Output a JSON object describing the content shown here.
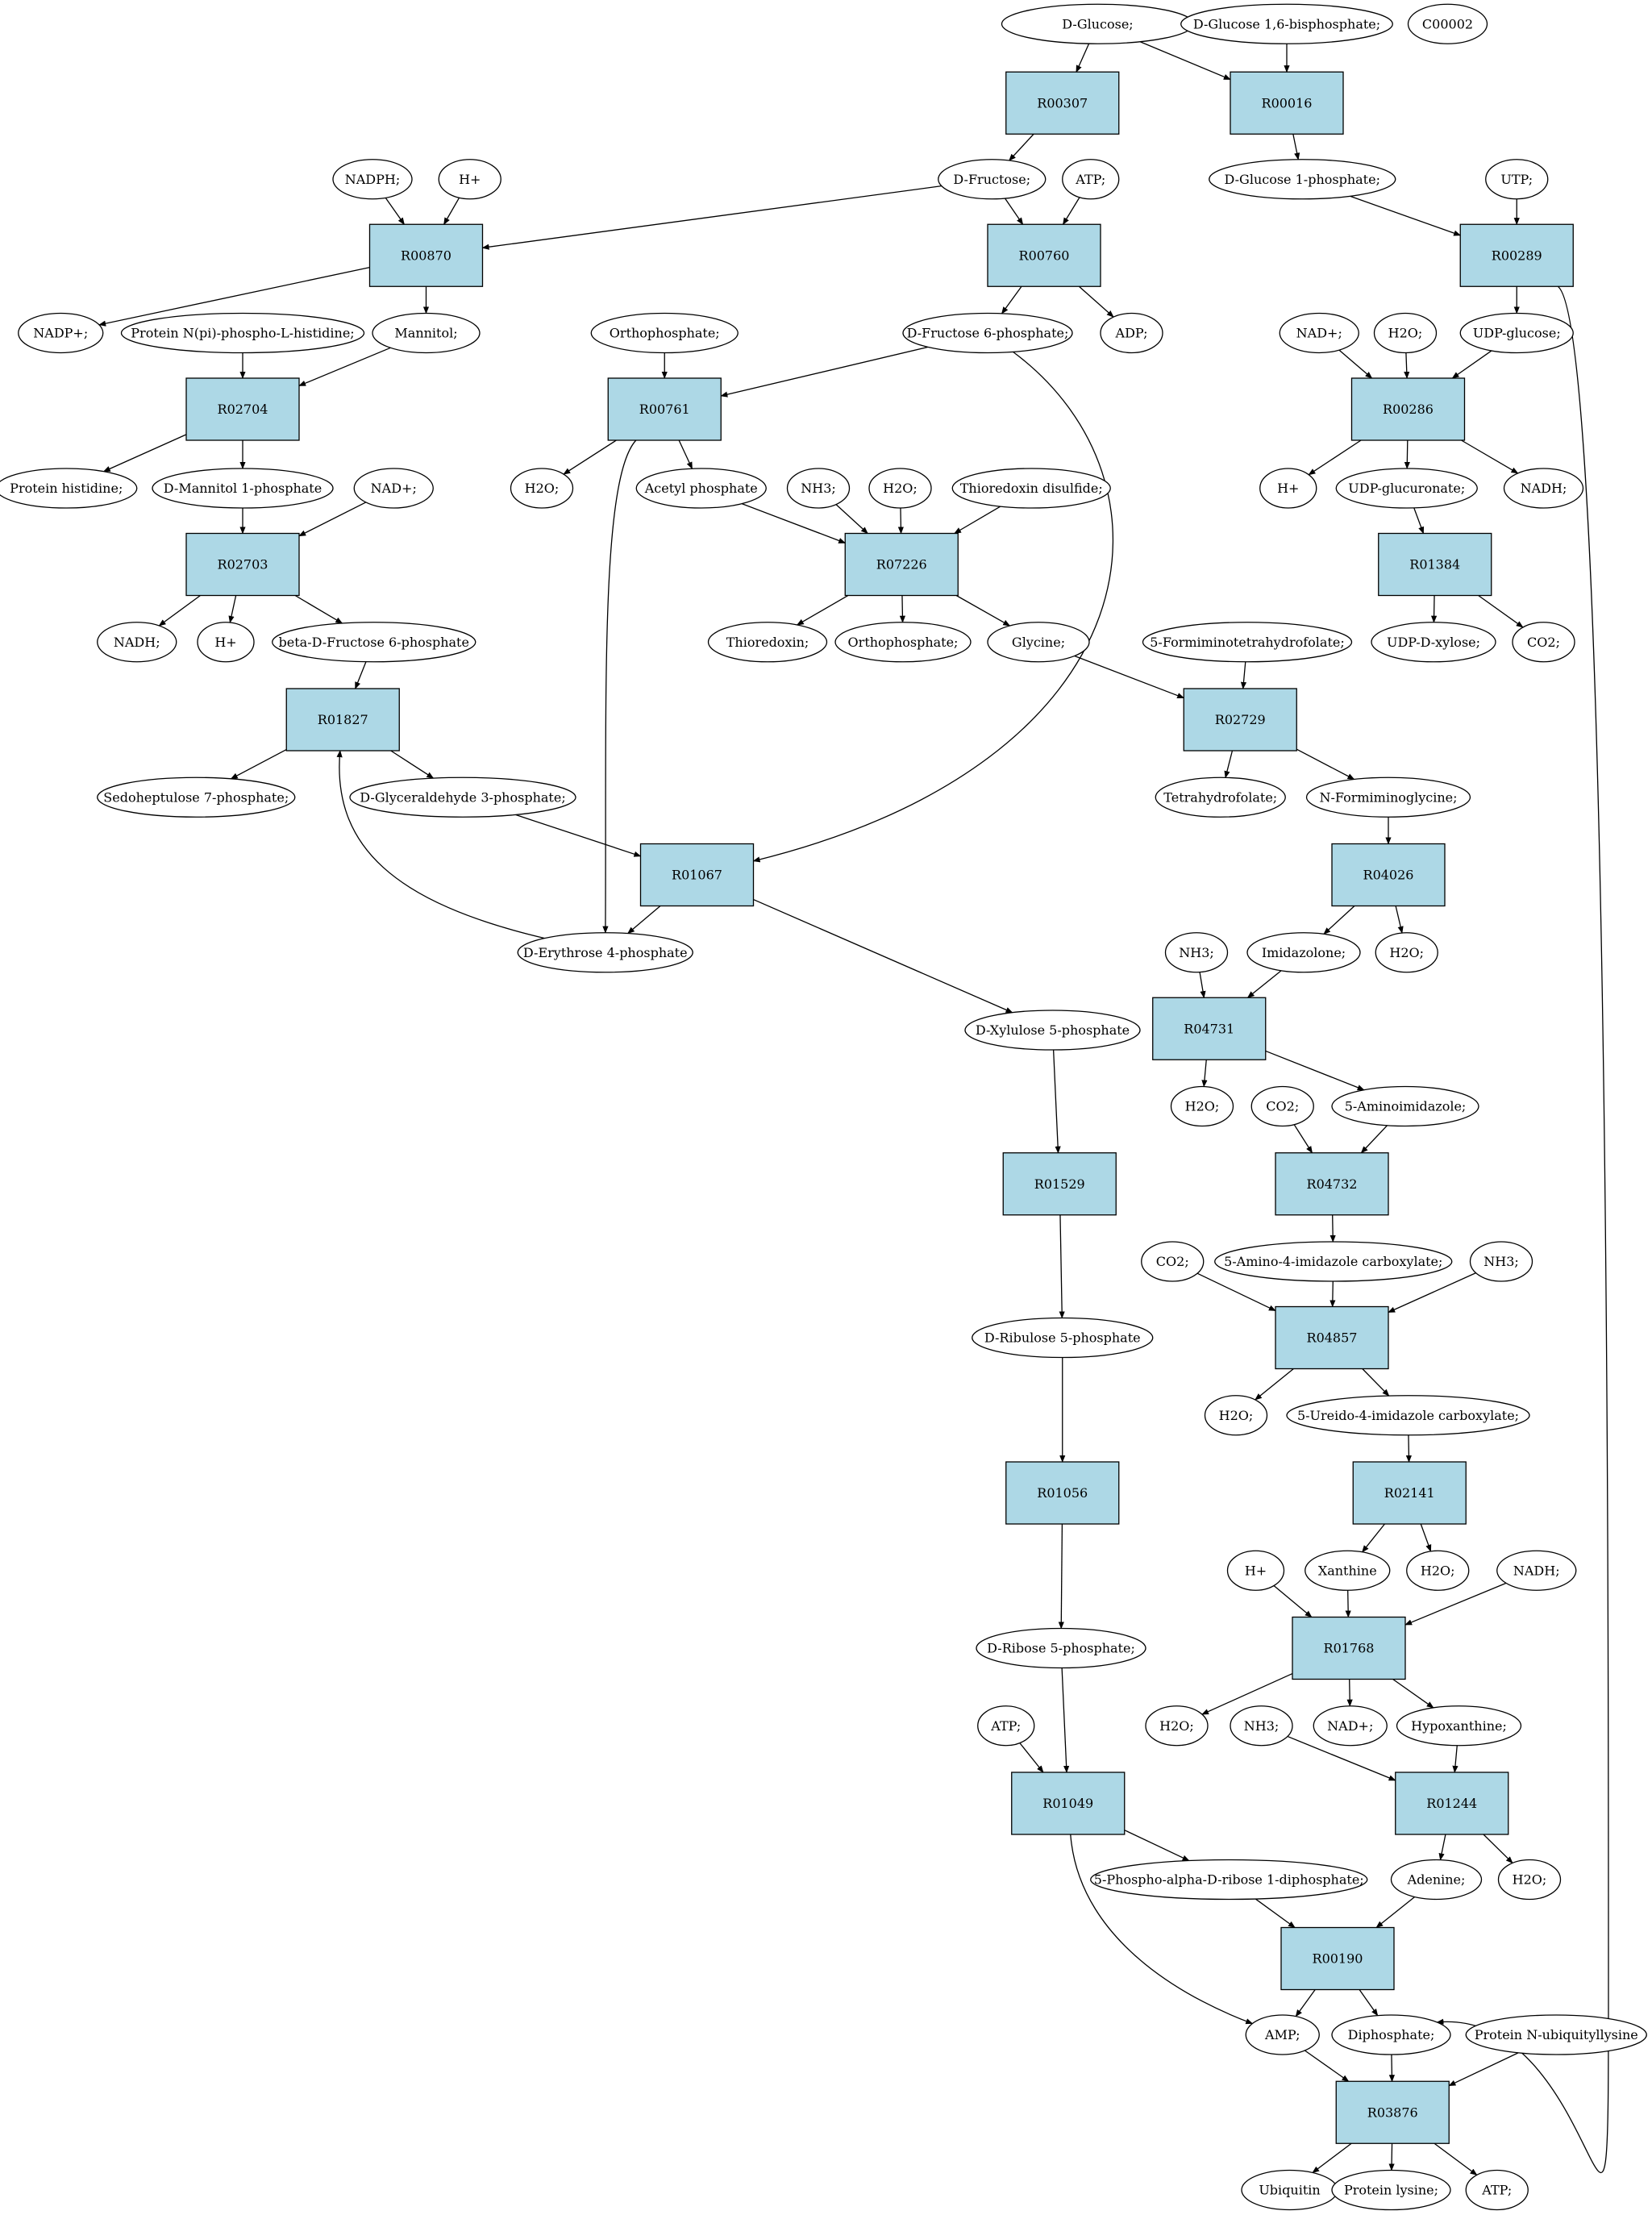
{
  "colors": {
    "reaction_fill": "#add8e6",
    "start_fill": "#00ee00",
    "highlight_fill": "#ffff00",
    "compound_fill": "#ffffff"
  },
  "reactions": [
    "R00307",
    "R00016",
    "R00870",
    "R00760",
    "R00289",
    "R00286",
    "R02704",
    "R00761",
    "R02703",
    "R07226",
    "R01384",
    "R01827",
    "R02729",
    "R01067",
    "R04026",
    "R04731",
    "R01529",
    "R04732",
    "R04857",
    "R01056",
    "R02141",
    "R01768",
    "R01049",
    "R01244",
    "R00190",
    "R03876"
  ],
  "compounds": [
    {
      "id": "d-glucose",
      "text": "D-Glucose;",
      "style": "start"
    },
    {
      "id": "d-glucose-16bp",
      "text": "D-Glucose 1,6-bisphosphate;",
      "style": "normal"
    },
    {
      "id": "c00002",
      "text": "C00002",
      "style": "highlight"
    },
    {
      "id": "nadph",
      "text": "NADPH;",
      "style": "normal"
    },
    {
      "id": "h-plus-1",
      "text": "H+",
      "style": "normal"
    },
    {
      "id": "d-fructose",
      "text": "D-Fructose;",
      "style": "normal"
    },
    {
      "id": "atp-1",
      "text": "ATP;",
      "style": "normal"
    },
    {
      "id": "d-glucose-1p",
      "text": "D-Glucose 1-phosphate;",
      "style": "normal"
    },
    {
      "id": "utp",
      "text": "UTP;",
      "style": "normal"
    },
    {
      "id": "nadp-plus",
      "text": "NADP+;",
      "style": "normal"
    },
    {
      "id": "protein-npi",
      "text": "Protein N(pi)-phospho-L-histidine;",
      "style": "normal"
    },
    {
      "id": "mannitol",
      "text": "Mannitol;",
      "style": "normal"
    },
    {
      "id": "orthophosphate-1",
      "text": "Orthophosphate;",
      "style": "normal"
    },
    {
      "id": "d-fructose-6p",
      "text": "D-Fructose 6-phosphate;",
      "style": "normal"
    },
    {
      "id": "adp",
      "text": "ADP;",
      "style": "normal"
    },
    {
      "id": "nad-plus-1",
      "text": "NAD+;",
      "style": "normal"
    },
    {
      "id": "h2o-1",
      "text": "H2O;",
      "style": "normal"
    },
    {
      "id": "udp-glucose",
      "text": "UDP-glucose;",
      "style": "normal"
    },
    {
      "id": "protein-histidine",
      "text": "Protein histidine;",
      "style": "normal"
    },
    {
      "id": "d-mannitol-1p",
      "text": "D-Mannitol 1-phosphate",
      "style": "normal"
    },
    {
      "id": "nad-plus-2",
      "text": "NAD+;",
      "style": "normal"
    },
    {
      "id": "h2o-2",
      "text": "H2O;",
      "style": "normal"
    },
    {
      "id": "acetyl-phosphate",
      "text": "Acetyl phosphate",
      "style": "normal"
    },
    {
      "id": "nh3-1",
      "text": "NH3;",
      "style": "normal"
    },
    {
      "id": "h2o-3",
      "text": "H2O;",
      "style": "normal"
    },
    {
      "id": "thioredoxin-disulfide",
      "text": "Thioredoxin disulfide;",
      "style": "normal"
    },
    {
      "id": "h-plus-2",
      "text": "H+",
      "style": "normal"
    },
    {
      "id": "udp-glucuronate",
      "text": "UDP-glucuronate;",
      "style": "normal"
    },
    {
      "id": "nadh-1",
      "text": "NADH;",
      "style": "normal"
    },
    {
      "id": "nadh-2",
      "text": "NADH;",
      "style": "normal"
    },
    {
      "id": "h-plus-3",
      "text": "H+",
      "style": "normal"
    },
    {
      "id": "beta-d-fructose-6p",
      "text": "beta-D-Fructose 6-phosphate",
      "style": "normal"
    },
    {
      "id": "thioredoxin",
      "text": "Thioredoxin;",
      "style": "normal"
    },
    {
      "id": "orthophosphate-2",
      "text": "Orthophosphate;",
      "style": "normal"
    },
    {
      "id": "glycine",
      "text": "Glycine;",
      "style": "normal"
    },
    {
      "id": "formiminotetrahydrofolate",
      "text": "5-Formiminotetrahydrofolate;",
      "style": "normal"
    },
    {
      "id": "udp-d-xylose",
      "text": "UDP-D-xylose;",
      "style": "normal"
    },
    {
      "id": "co2-1",
      "text": "CO2;",
      "style": "normal"
    },
    {
      "id": "sedoheptulose-7p",
      "text": "Sedoheptulose 7-phosphate;",
      "style": "normal"
    },
    {
      "id": "d-glyceraldehyde-3p",
      "text": "D-Glyceraldehyde 3-phosphate;",
      "style": "normal"
    },
    {
      "id": "tetrahydrofolate",
      "text": "Tetrahydrofolate;",
      "style": "normal"
    },
    {
      "id": "n-formiminoglycine",
      "text": "N-Formiminoglycine;",
      "style": "normal"
    },
    {
      "id": "d-erythrose-4p",
      "text": "D-Erythrose 4-phosphate",
      "style": "normal"
    },
    {
      "id": "nh3-2",
      "text": "NH3;",
      "style": "normal"
    },
    {
      "id": "imidazolone",
      "text": "Imidazolone;",
      "style": "normal"
    },
    {
      "id": "h2o-4",
      "text": "H2O;",
      "style": "normal"
    },
    {
      "id": "d-xylulose-5p",
      "text": "D-Xylulose 5-phosphate",
      "style": "normal"
    },
    {
      "id": "h2o-5",
      "text": "H2O;",
      "style": "normal"
    },
    {
      "id": "co2-2",
      "text": "CO2;",
      "style": "normal"
    },
    {
      "id": "aminoimidazole",
      "text": "5-Aminoimidazole;",
      "style": "normal"
    },
    {
      "id": "co2-3",
      "text": "CO2;",
      "style": "normal"
    },
    {
      "id": "amino-imidazole-carboxylate",
      "text": "5-Amino-4-imidazole carboxylate;",
      "style": "normal"
    },
    {
      "id": "nh3-3",
      "text": "NH3;",
      "style": "normal"
    },
    {
      "id": "d-ribulose-5p",
      "text": "D-Ribulose 5-phosphate",
      "style": "normal"
    },
    {
      "id": "h2o-6",
      "text": "H2O;",
      "style": "normal"
    },
    {
      "id": "ureido-imidazole-carboxylate",
      "text": "5-Ureido-4-imidazole carboxylate;",
      "style": "normal"
    },
    {
      "id": "h-plus-4",
      "text": "H+",
      "style": "normal"
    },
    {
      "id": "xanthine",
      "text": "Xanthine",
      "style": "normal"
    },
    {
      "id": "h2o-7",
      "text": "H2O;",
      "style": "normal"
    },
    {
      "id": "nadh-3",
      "text": "NADH;",
      "style": "normal"
    },
    {
      "id": "d-ribose-5p",
      "text": "D-Ribose 5-phosphate;",
      "style": "normal"
    },
    {
      "id": "atp-2",
      "text": "ATP;",
      "style": "normal"
    },
    {
      "id": "h2o-8",
      "text": "H2O;",
      "style": "normal"
    },
    {
      "id": "nh3-4",
      "text": "NH3;",
      "style": "normal"
    },
    {
      "id": "nad-plus-3",
      "text": "NAD+;",
      "style": "normal"
    },
    {
      "id": "hypoxanthine",
      "text": "Hypoxanthine;",
      "style": "normal"
    },
    {
      "id": "prpp",
      "text": "5-Phospho-alpha-D-ribose 1-diphosphate;",
      "style": "normal"
    },
    {
      "id": "adenine",
      "text": "Adenine;",
      "style": "normal"
    },
    {
      "id": "h2o-9",
      "text": "H2O;",
      "style": "normal"
    },
    {
      "id": "amp",
      "text": "AMP;",
      "style": "normal"
    },
    {
      "id": "diphosphate",
      "text": "Diphosphate;",
      "style": "normal"
    },
    {
      "id": "protein-n-ubiquityllysine",
      "text": "Protein N-ubiquityllysine",
      "style": "normal"
    },
    {
      "id": "ubiquitin",
      "text": "Ubiquitin",
      "style": "normal"
    },
    {
      "id": "protein-lysine",
      "text": "Protein lysine;",
      "style": "normal"
    },
    {
      "id": "atp-3",
      "text": "ATP;",
      "style": "normal"
    }
  ]
}
